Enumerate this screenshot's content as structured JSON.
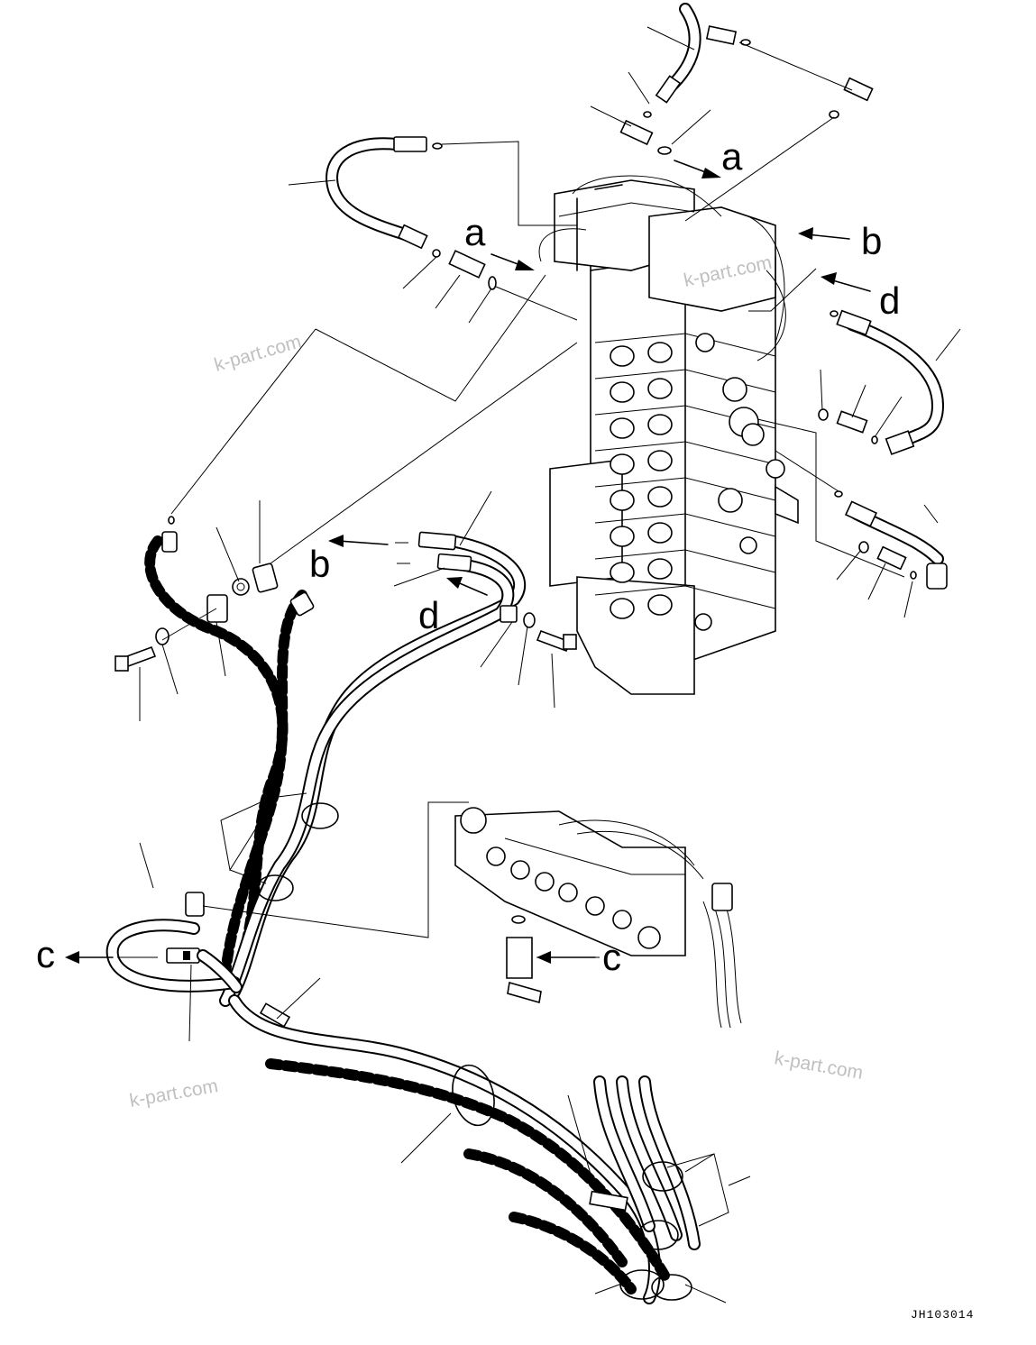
{
  "labels": {
    "a1": "a",
    "a2": "a",
    "b1": "b",
    "b2": "b",
    "c1": "c",
    "c2": "c",
    "d1": "d",
    "d2": "d"
  },
  "watermarks": [
    "k-part.com",
    "k-part.com",
    "k-part.com",
    "k-part.com"
  ],
  "drawing_code": "JH103014"
}
